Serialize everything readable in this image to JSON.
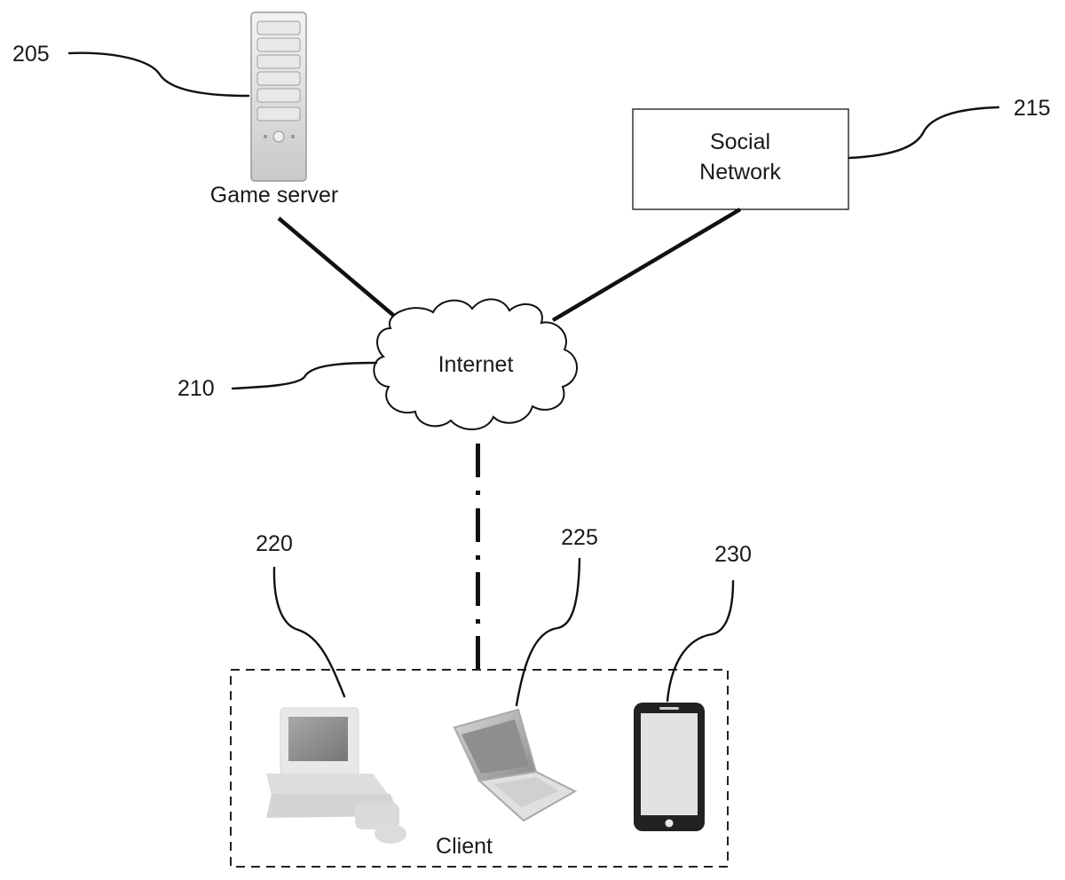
{
  "diagram": {
    "type": "network-architecture",
    "nodes": {
      "game_server": {
        "ref": "205",
        "label": "Game server",
        "icon": "server-tower-icon"
      },
      "internet": {
        "ref": "210",
        "label": "Internet",
        "icon": "cloud-icon"
      },
      "social_network": {
        "ref": "215",
        "label_line1": "Social",
        "label_line2": "Network"
      },
      "client": {
        "label": "Client",
        "devices": [
          {
            "ref": "220",
            "device": "desktop computer",
            "icon": "desktop-computer-icon"
          },
          {
            "ref": "225",
            "device": "laptop",
            "icon": "laptop-icon"
          },
          {
            "ref": "230",
            "device": "smartphone",
            "icon": "smartphone-icon"
          }
        ]
      }
    },
    "connections": [
      {
        "from": "Game server",
        "to": "Internet",
        "style": "solid"
      },
      {
        "from": "Social Network",
        "to": "Internet",
        "style": "solid"
      },
      {
        "from": "Internet",
        "to": "Client",
        "style": "dash-dot"
      }
    ]
  }
}
